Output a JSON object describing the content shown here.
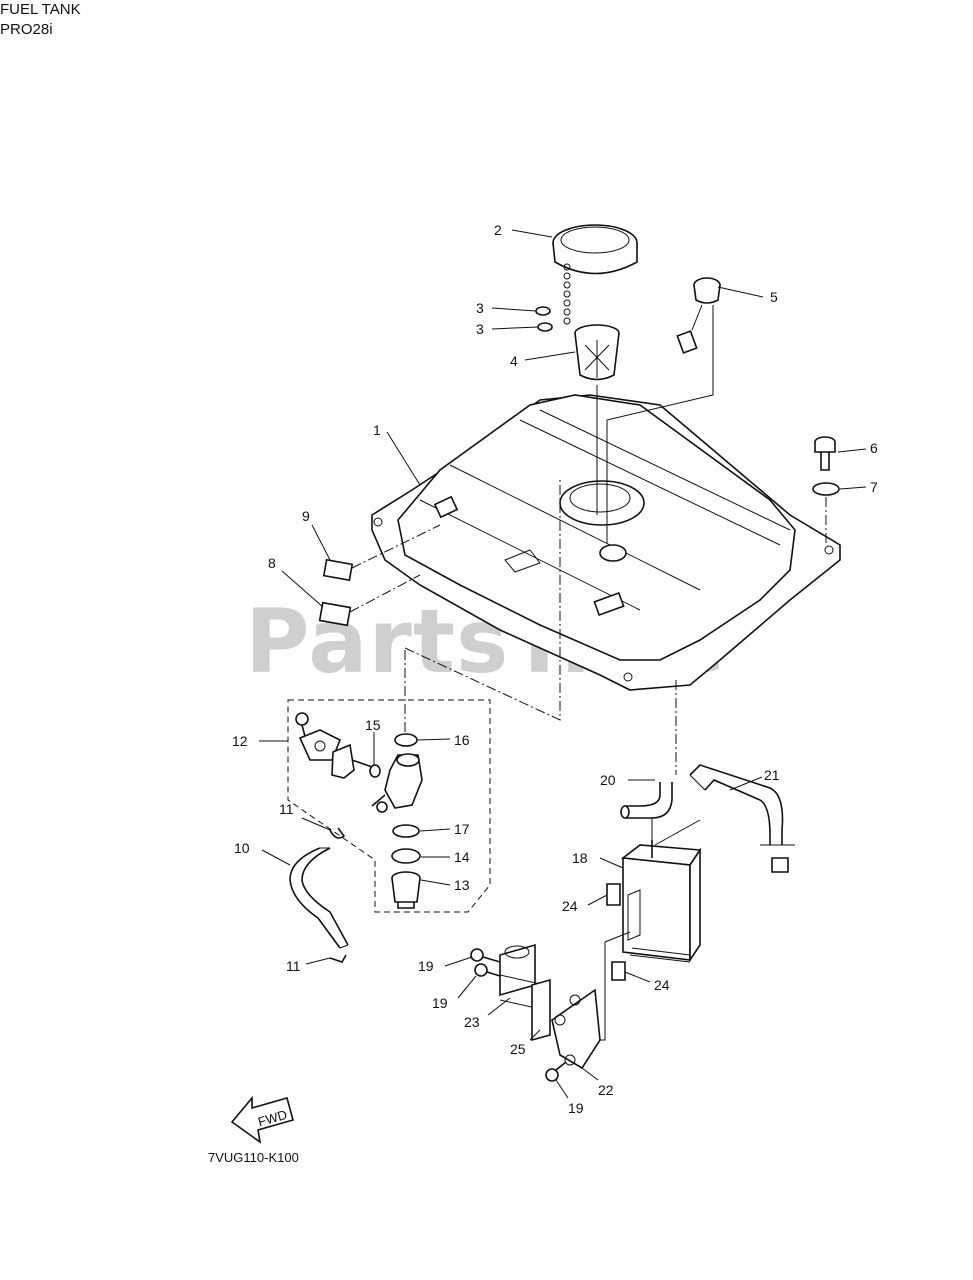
{
  "header": {
    "title": "FUEL TANK",
    "model": "PRO28i"
  },
  "watermark": {
    "brand": "PartsTree",
    "tm": "™"
  },
  "diagram_code": "7VUG110-K100",
  "fwd_label": "FWD",
  "callouts": {
    "c1": "1",
    "c2": "2",
    "c3a": "3",
    "c3b": "3",
    "c4": "4",
    "c5": "5",
    "c6": "6",
    "c7": "7",
    "c8": "8",
    "c9": "9",
    "c10": "10",
    "c11a": "11",
    "c11b": "11",
    "c12": "12",
    "c13": "13",
    "c14": "14",
    "c15": "15",
    "c16": "16",
    "c17": "17",
    "c18": "18",
    "c19a": "19",
    "c19b": "19",
    "c19c": "19",
    "c20": "20",
    "c21": "21",
    "c22": "22",
    "c23": "23",
    "c24a": "24",
    "c24b": "24",
    "c25": "25"
  }
}
